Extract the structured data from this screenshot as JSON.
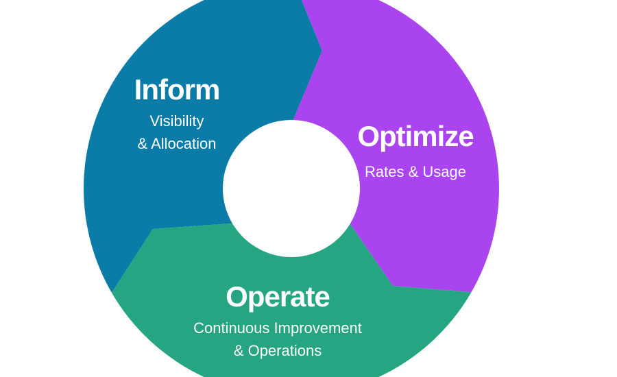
{
  "segments": [
    {
      "title": "Inform",
      "subtitle_lines": [
        "Visibility",
        "& Allocation"
      ],
      "color": "#0b7ca8"
    },
    {
      "title": "Optimize",
      "subtitle_lines": [
        "Rates & Usage"
      ],
      "color": "#a944ef"
    },
    {
      "title": "Operate",
      "subtitle_lines": [
        "Continuous Improvement",
        "& Operations"
      ],
      "color": "#25a581"
    }
  ]
}
